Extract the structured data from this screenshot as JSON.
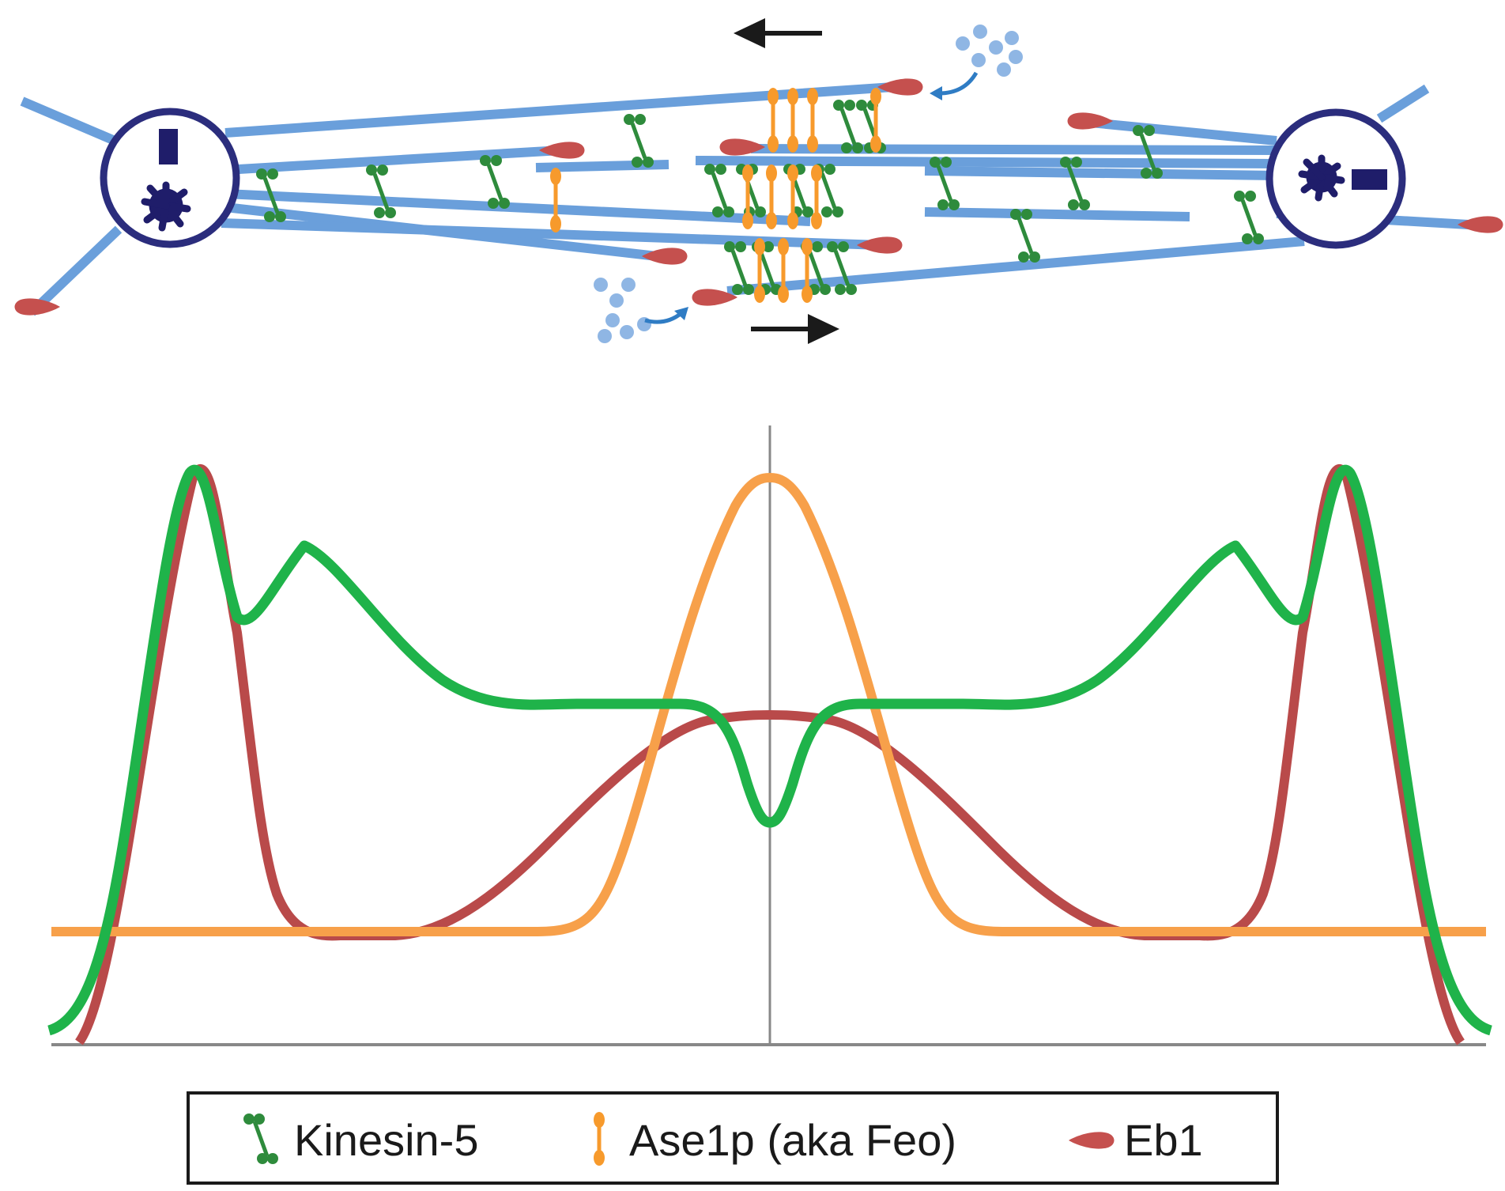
{
  "legend": {
    "kinesin_label": "Kinesin-5",
    "ase1p_label": "Ase1p (aka Feo)",
    "eb1_label": "Eb1"
  },
  "colors": {
    "microtubule": "#6a9fdb",
    "pole_ring": "#2b2d7d",
    "pole_center": "#1f1d6a",
    "kinesin": "#2e8b3c",
    "ase1p": "#f79a2c",
    "eb1": "#c5504e",
    "tubulin_dot": "#8fb6e4",
    "arrow_blue": "#2f7cc4",
    "arrow_black": "#1a1a1a",
    "axis": "#888888",
    "curve_green": "#1fb34a",
    "curve_orange": "#f7a04a",
    "curve_red": "#b94a4a"
  },
  "icons": {
    "kinesin": "kinesin-5-icon",
    "ase1p": "ase1p-icon",
    "eb1": "eb1-icon",
    "pole": "spindle-pole-icon",
    "tubulin": "tubulin-dimer-icon"
  }
}
